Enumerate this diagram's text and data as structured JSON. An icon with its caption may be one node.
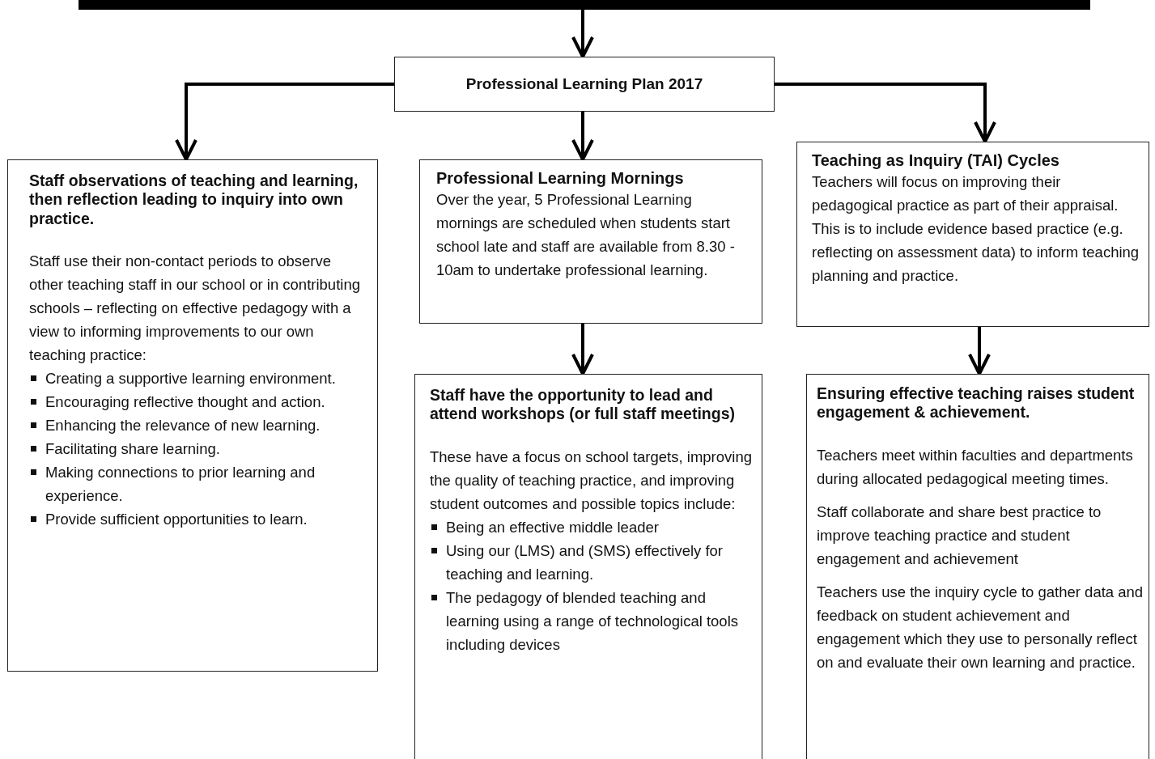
{
  "diagram": {
    "nodes": [
      {
        "text": [],
        "shape": "bar"
      },
      {
        "text": [
          "Professional Learning Plan 2017"
        ]
      },
      {
        "text": [
          "Staff observations of teaching and learning, then reflection leading to inquiry into own practice.",
          "Staff use their non-contact periods to observe other teaching staff in our school or in contributing schools – reflecting on effective pedagogy with a view to informing improvements to our own teaching practice:",
          "Creating a supportive learning environment.",
          "Encouraging reflective thought and action.",
          "Enhancing the relevance of new learning.",
          "Facilitating share learning.",
          "Making connections to prior learning and experience.",
          "Provide sufficient opportunities to learn."
        ]
      },
      {
        "text": [
          "Professional Learning Mornings",
          "Over the year, 5 Professional Learning mornings are scheduled when students start school late and staff are available from 8.30 - 10am to undertake professional learning."
        ]
      },
      {
        "text": [
          "Teaching as Inquiry (TAI) Cycles",
          "Teachers will focus on improving their pedagogical practice as part of their appraisal. This is to include evidence based practice (e.g. reflecting on assessment data) to inform teaching planning and practice."
        ]
      },
      {
        "text": [
          "Staff have the opportunity to lead and attend workshops (or full staff meetings)",
          "These have a focus on school targets, improving the quality of teaching practice, and improving student outcomes and possible topics include:",
          "Being an effective middle leader",
          "Using our (LMS) and (SMS) effectively for teaching and learning.",
          "The pedagogy of blended teaching and learning using a range of technological tools including devices"
        ]
      },
      {
        "text": [
          "Ensuring effective teaching raises student engagement & achievement.",
          "Teachers meet within faculties and departments during allocated pedagogical meeting times.",
          "Staff collaborate and share best practice to improve teaching practice and student engagement and achievement",
          "Teachers use the inquiry cycle to gather data and feedback on student achievement and engagement which they use to personally reflect on and evaluate their own learning and practice."
        ]
      }
    ],
    "edges": [
      {
        "from": 0,
        "to": 1,
        "arrow": "to"
      },
      {
        "from": 1,
        "to": 2,
        "arrow": "to"
      },
      {
        "from": 1,
        "to": 3,
        "arrow": "to"
      },
      {
        "from": 1,
        "to": 4,
        "arrow": "to"
      },
      {
        "from": 3,
        "to": 5,
        "arrow": "to"
      },
      {
        "from": 4,
        "to": 6,
        "arrow": "to"
      }
    ]
  }
}
